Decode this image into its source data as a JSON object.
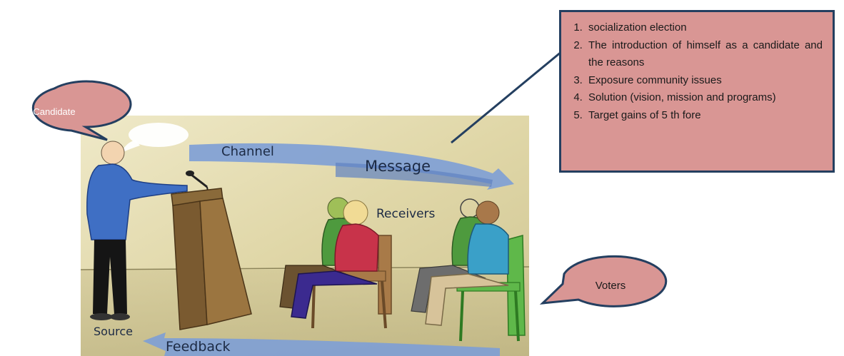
{
  "diagram": {
    "labels": {
      "channel": "Channel",
      "message": "Message",
      "receivers": "Receivers",
      "source": "Source",
      "feedback": "Feedback"
    }
  },
  "callouts": {
    "candidate": "Candidate",
    "voters": "Voters"
  },
  "message_list": {
    "items": [
      "socialization election",
      "The introduction of himself as a candidate and the reasons",
      "Exposure community issues",
      "Solution (vision, mission and programs)",
      "Target gains of 5 th fore"
    ]
  },
  "colors": {
    "callout_fill": "#d99694",
    "callout_stroke": "#243f60",
    "arrow_blue": "#6f8fc7",
    "scene_background": "#e6deb2"
  }
}
